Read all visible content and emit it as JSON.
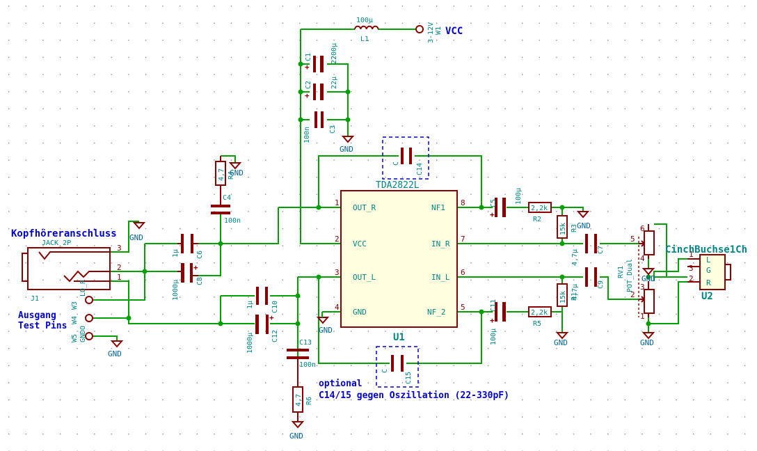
{
  "labels": {
    "vcc": "VCC",
    "headphone_jack": "Kopfhöreranschluss",
    "output_test_1": "Ausgang",
    "output_test_2": "Test Pins",
    "optional_1": "optional",
    "optional_2": "C14/15 gegen Oszillation (22-330pF)",
    "cinch_title": "CinchBuchse1Ch",
    "u1_ref": "U1",
    "u2_ref": "U2"
  },
  "gnd_label": "GND",
  "components": {
    "L1": {
      "ref": "L1",
      "value": "100µ"
    },
    "W1": {
      "ref": "W1",
      "value": "3-12V"
    },
    "C1": {
      "ref": "C1",
      "value": "2200µ"
    },
    "C2": {
      "ref": "C2",
      "value": "22µ"
    },
    "C3": {
      "ref": "C3",
      "value": "100n"
    },
    "C4": {
      "ref": "C4",
      "value": "100n"
    },
    "R4": {
      "ref": "R4",
      "value": "4,7"
    },
    "C6": {
      "ref": "C6",
      "value": "1µ"
    },
    "C8": {
      "ref": "C8",
      "value": "1000µ"
    },
    "C10": {
      "ref": "C10",
      "value": "1µ"
    },
    "C12": {
      "ref": "C12",
      "value": "1000µ"
    },
    "C13": {
      "ref": "C13",
      "value": "100n"
    },
    "R6": {
      "ref": "R6",
      "value": "4,7"
    },
    "C14": {
      "ref": "C14",
      "value": "C"
    },
    "C15": {
      "ref": "C15",
      "value": "C"
    },
    "C5": {
      "ref": "C5",
      "value": "100µ"
    },
    "C11": {
      "ref": "C11",
      "value": "100µ"
    },
    "R2": {
      "ref": "R2",
      "value": "2,2k"
    },
    "R5": {
      "ref": "R5",
      "value": "2,2k"
    },
    "R3": {
      "ref": "R3",
      "value": "15k"
    },
    "R1": {
      "ref": "R1",
      "value": "15k"
    },
    "C7": {
      "ref": "C7",
      "value": "4,7µ"
    },
    "C9": {
      "ref": "C9",
      "value": "4,7µ"
    },
    "RV1": {
      "ref": "RV1",
      "value": "POT_Dual"
    },
    "J1": {
      "ref": "J1",
      "value": "JACK_2P"
    },
    "W3": {
      "ref": "W3",
      "value": "LO_R"
    },
    "W4": {
      "ref": "W4",
      "value": "GNDO"
    },
    "W5": {
      "ref": "W5",
      "value": ""
    }
  },
  "ic": {
    "name": "TDA2822L",
    "pins": [
      {
        "num": "1",
        "name": "OUT_R"
      },
      {
        "num": "2",
        "name": "VCC"
      },
      {
        "num": "3",
        "name": "OUT_L"
      },
      {
        "num": "4",
        "name": "GND"
      },
      {
        "num": "8",
        "name": "NF1"
      },
      {
        "num": "7",
        "name": "IN_R"
      },
      {
        "num": "6",
        "name": "IN_L"
      },
      {
        "num": "5",
        "name": "NF_2"
      }
    ]
  },
  "jack_pins": [
    "3",
    "2",
    "1"
  ],
  "cinch_pins": [
    {
      "num": "1",
      "name": "L"
    },
    {
      "num": "3",
      "name": "G"
    },
    {
      "num": "2",
      "name": "R"
    }
  ],
  "pot_pins": [
    "6",
    "5",
    "4",
    "3",
    "2",
    "1"
  ]
}
